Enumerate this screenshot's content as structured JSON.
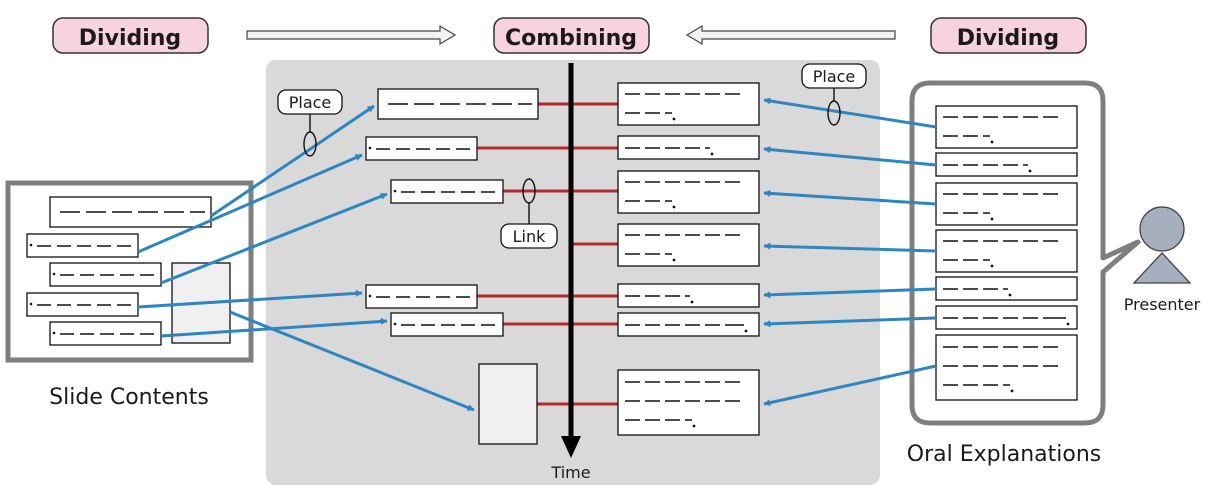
{
  "header": {
    "left_label": "Dividing",
    "center_label": "Combining",
    "right_label": "Dividing"
  },
  "labels": {
    "slide_contents": "Slide Contents",
    "oral_explanations": "Oral Explanations",
    "presenter": "Presenter",
    "time": "Time",
    "place_left": "Place",
    "place_right": "Place",
    "link": "Link"
  },
  "colors": {
    "header_fill": "#f7d3de",
    "panel_gray": "#d9d9d9",
    "arrow_blue": "#2e86c1",
    "link_red": "#b22a2a",
    "frame_gray": "#7f7f7f",
    "presenter_fill": "#a6afbd"
  },
  "icons": [
    "presenter-icon",
    "hollow-arrow-right-icon",
    "hollow-arrow-left-icon"
  ]
}
